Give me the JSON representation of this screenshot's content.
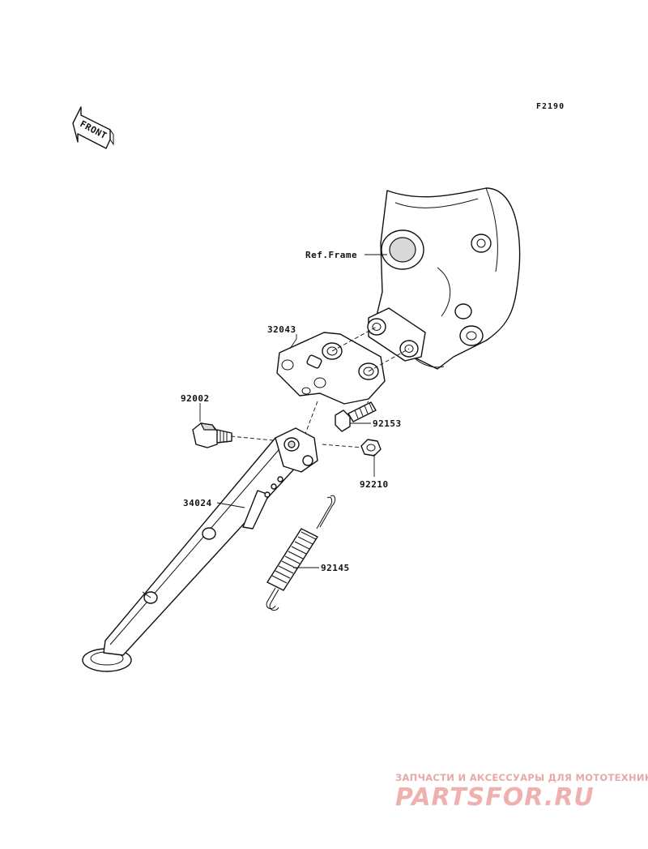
{
  "figure_code": "F2190",
  "front_arrow_text": "FRONT",
  "labels": {
    "ref_frame": "Ref.Frame",
    "p32043": "32043",
    "p92002": "92002",
    "p92153": "92153",
    "p92210": "92210",
    "p34024": "34024",
    "p92145": "92145"
  },
  "watermark": {
    "caption": "ЗАПЧАСТИ И АКСЕССУАРЫ ДЛЯ МОТОТЕХНИКИ",
    "logo": "PARTSFOR.RU"
  },
  "colors": {
    "line": "#111111",
    "watermark": "#efb0b0"
  }
}
